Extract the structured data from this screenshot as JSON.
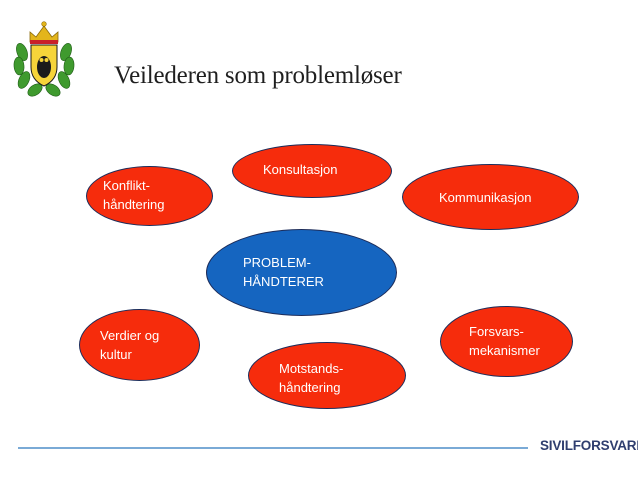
{
  "title": "Veilederen som problemløser",
  "nodes": {
    "center": "PROBLEM-\nHÅNDTERER",
    "konsultasjon": "Konsultasjon",
    "konflikt": "Konflikt-\nhåndtering",
    "kommunikasjon": "Kommunikasjon",
    "verdier": "Verdier og\nkultur",
    "forsvar": "Forsvars-\nmekanismer",
    "motstand": "Motstands-\nhåndtering"
  },
  "footer": {
    "brand": "SIVILFORSVARET"
  },
  "colors": {
    "node_fill": "#f62c0c",
    "center_fill": "#1565c0",
    "node_border": "#1c2c5a",
    "footer_line": "#7aaad6",
    "brand": "#2f3e6f"
  },
  "icons": {
    "emblem": "crest-emblem"
  }
}
